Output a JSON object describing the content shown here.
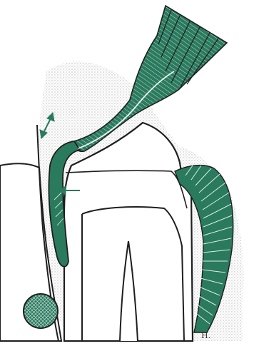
{
  "figure": {
    "signature": "H.",
    "colors": {
      "background": "#ffffff",
      "stipple": "#9a9a9a",
      "green": "#2a7a5e",
      "green_dark": "#1d5b45",
      "outline": "#1e1e1e"
    },
    "parts": [
      "instrument-shank",
      "instrument-tip",
      "tooth-outline",
      "crown-band",
      "root-canal",
      "adjacent-tooth",
      "gingival-tissue",
      "tissue-section-circle",
      "direction-arrows"
    ]
  }
}
